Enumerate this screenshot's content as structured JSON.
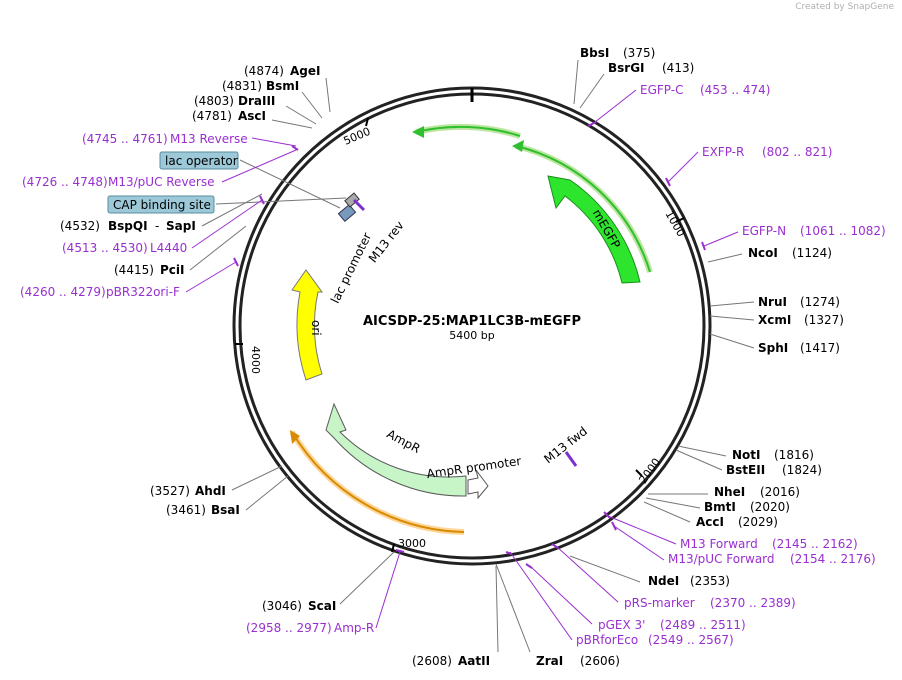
{
  "credit": "Created by SnapGene",
  "plasmid": {
    "name": "AICSDP-25:MAP1LC3B-mEGFP",
    "size": "5400 bp"
  },
  "ticks": [
    "1000",
    "2000",
    "3000",
    "4000",
    "5000"
  ],
  "colors": {
    "primer": "#9a2fd0",
    "mEGFP": "#2ee52e",
    "ori": "#ffff00",
    "AmpR": "#c8f5c8",
    "Ampcaret": "#ffb347",
    "badge": "#9cc8d8"
  },
  "features": {
    "mEGFP": "mEGFP",
    "ori": "ori",
    "AmpR": "AmpR",
    "AmpR_promoter": "AmpR promoter",
    "lac_promoter": "lac promoter",
    "M13_rev": "M13 rev",
    "M13_fwd": "M13 fwd"
  },
  "badges": {
    "lac_operator": "lac operator",
    "CAP_binding_site": "CAP binding site"
  },
  "right_sites": [
    {
      "name": "BbsI",
      "pos": "(375)"
    },
    {
      "name": "BsrGI",
      "pos": "(413)"
    },
    {
      "name": "NcoI",
      "pos": "(1124)"
    },
    {
      "name": "NruI",
      "pos": "(1274)"
    },
    {
      "name": "XcmI",
      "pos": "(1327)"
    },
    {
      "name": "SphI",
      "pos": "(1417)"
    },
    {
      "name": "NotI",
      "pos": "(1816)"
    },
    {
      "name": "BstEII",
      "pos": "(1824)"
    },
    {
      "name": "NheI",
      "pos": "(2016)"
    },
    {
      "name": "BmtI",
      "pos": "(2020)"
    },
    {
      "name": "AccI",
      "pos": "(2029)"
    },
    {
      "name": "NdeI",
      "pos": "(2353)"
    },
    {
      "name": "ZraI",
      "pos": "(2606)"
    }
  ],
  "left_sites": [
    {
      "name": "AgeI",
      "pos": "(4874)"
    },
    {
      "name": "BsmI",
      "pos": "(4831)"
    },
    {
      "name": "DraIII",
      "pos": "(4803)"
    },
    {
      "name": "AscI",
      "pos": "(4781)"
    },
    {
      "name": "BspQI",
      "pos": "(4532)"
    },
    {
      "name": "PciI",
      "pos": "(4415)"
    },
    {
      "name": "AhdI",
      "pos": "(3527)"
    },
    {
      "name": "BsaI",
      "pos": "(3461)"
    },
    {
      "name": "ScaI",
      "pos": "(3046)"
    },
    {
      "name": "AatII",
      "pos": "(2608)"
    }
  ],
  "sapI": "SapI",
  "primers": [
    {
      "name": "EGFP-C",
      "range": "(453 .. 474)"
    },
    {
      "name": "EXFP-R",
      "range": "(802 .. 821)"
    },
    {
      "name": "EGFP-N",
      "range": "(1061 .. 1082)"
    },
    {
      "name": "M13 Forward",
      "range": "(2145 .. 2162)"
    },
    {
      "name": "M13/pUC Forward",
      "range": "(2154 .. 2176)"
    },
    {
      "name": "pRS-marker",
      "range": "(2370 .. 2389)"
    },
    {
      "name": "pGEX 3'",
      "range": "(2489 .. 2511)"
    },
    {
      "name": "pBRforEco",
      "range": "(2549 .. 2567)"
    },
    {
      "name": "Amp-R",
      "range": "(2958 .. 2977)"
    },
    {
      "name": "pBR322ori-F",
      "range": "(4260 .. 4279)"
    },
    {
      "name": "L4440",
      "range": "(4513 .. 4530)"
    },
    {
      "name": "M13/pUC Reverse",
      "range": "(4726 .. 4748)"
    },
    {
      "name": "M13 Reverse",
      "range": "(4745 .. 4761)"
    }
  ]
}
